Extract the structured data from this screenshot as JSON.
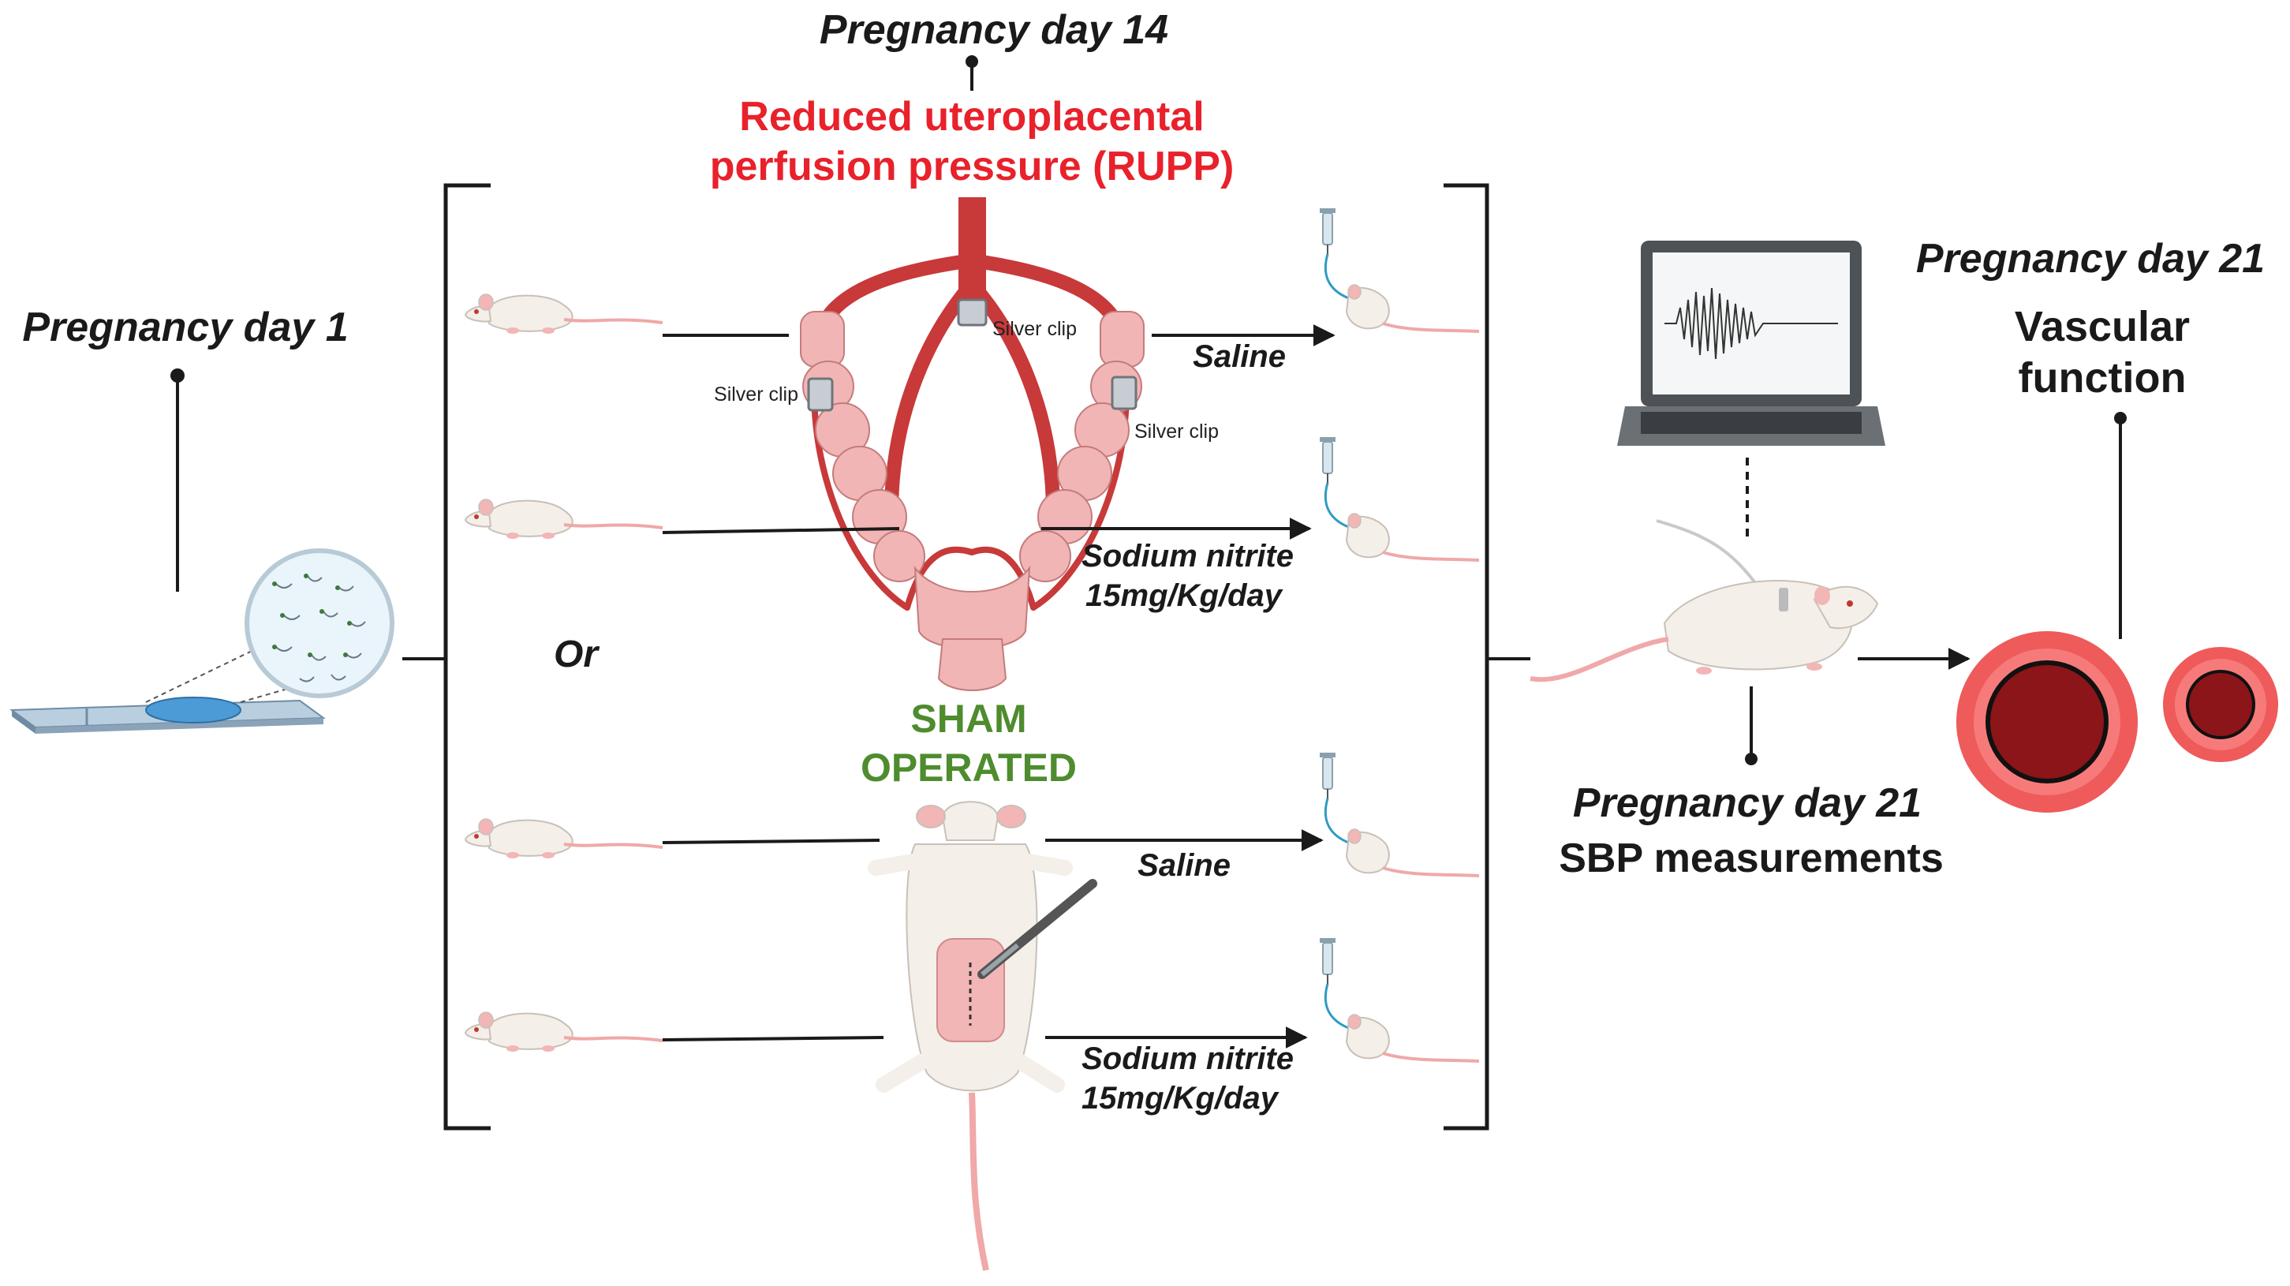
{
  "labels": {
    "day1": "Pregnancy day 1",
    "day14": "Pregnancy day 14",
    "rupp_line1": "Reduced uteroplacental",
    "rupp_line2": "perfusion pressure (RUPP)",
    "clip1": "Silver clip",
    "clip2": "Silver clip",
    "clip3": "Silver clip",
    "saline1": "Saline",
    "nitrite1_line1": "Sodium nitrite",
    "nitrite1_line2": "15mg/Kg/day",
    "or": "Or",
    "sham_line1": "SHAM",
    "sham_line2": "OPERATED",
    "saline2": "Saline",
    "nitrite2_line1": "Sodium nitrite",
    "nitrite2_line2": "15mg/Kg/day",
    "day21_sbp": "Pregnancy day 21",
    "sbp": "SBP measurements",
    "day21_vasc": "Pregnancy day 21",
    "vasc_line1": "Vascular",
    "vasc_line2": "function"
  },
  "colors": {
    "rupp_text": "#e8212b",
    "sham_text": "#4e8c2e",
    "artery": "#c8393a",
    "vessel_outer": "#ef5a5a",
    "vessel_lumen": "#8b1518",
    "mouse_body": "#f4efe9",
    "mouse_ears": "#f2b6b6"
  },
  "icons": [
    "microscope-slide-icon",
    "sperm-magnifier-icon",
    "mouse-icon",
    "injected-mouse-icon",
    "uterine-arteries-icon",
    "silver-clip-icon",
    "sham-rat-icon",
    "scalpel-icon",
    "laptop-icon",
    "tail-cuff-mouse-icon",
    "blood-vessel-icon"
  ]
}
